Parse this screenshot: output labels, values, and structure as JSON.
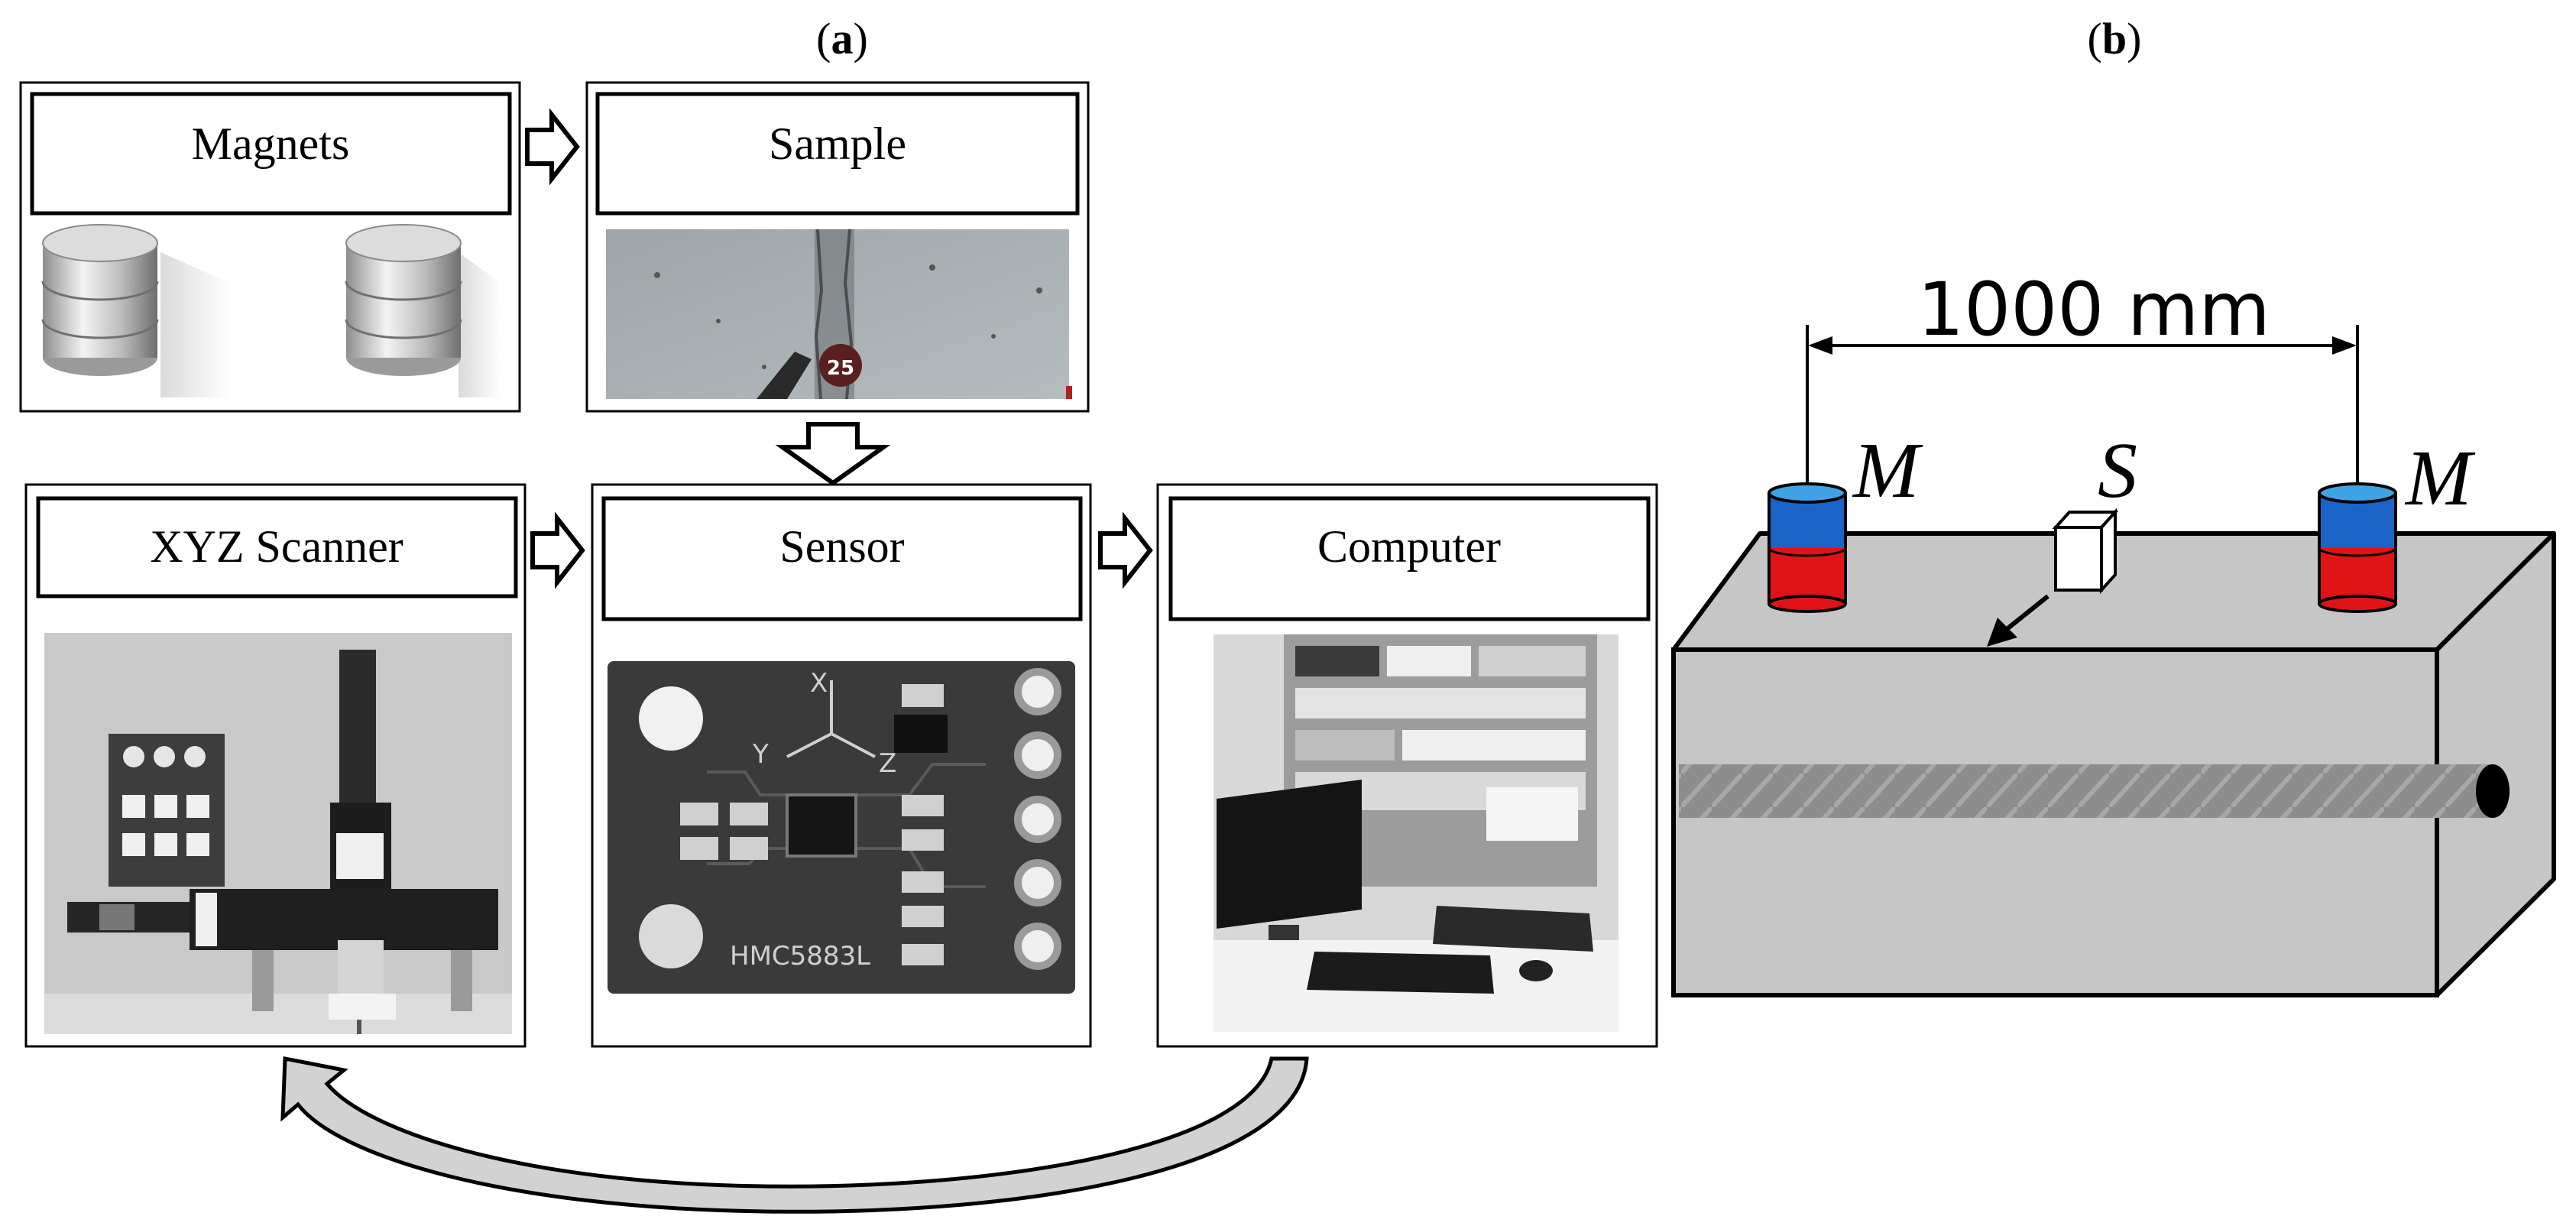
{
  "panels": {
    "a_open": "(",
    "a_letter": "a",
    "a_close": ")",
    "b_open": "(",
    "b_letter": "b",
    "b_close": ")"
  },
  "boxes": {
    "magnets": "Magnets",
    "sample": "Sample",
    "xyz_scanner": "XYZ Scanner",
    "sensor": "Sensor",
    "computer": "Computer"
  },
  "sample_photo": {
    "badge": "25"
  },
  "sensor_photo": {
    "chip": "HMC5883L",
    "axis_x": "X",
    "axis_y": "Y",
    "axis_z": "Z"
  },
  "diagram_b": {
    "distance": "1000 mm",
    "magnet_left": "M",
    "magnet_right": "M",
    "sensor": "S"
  },
  "colors": {
    "magnet_north": "#1a64c8",
    "magnet_south": "#e01414",
    "beam": "#c7c7c7",
    "rebar": "#8f8f8f"
  }
}
